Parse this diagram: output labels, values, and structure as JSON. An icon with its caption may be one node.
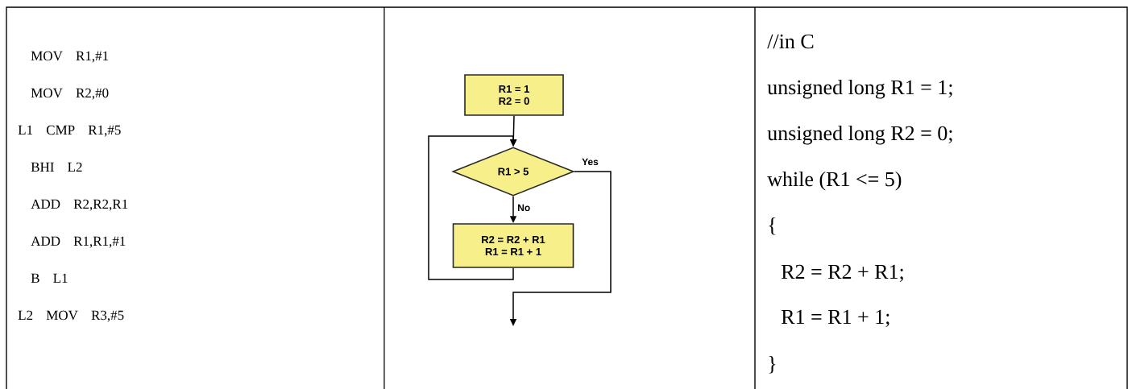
{
  "diagram": {
    "nodes": [
      {
        "text": [
          "R1 = 1",
          "R2 = 0"
        ]
      },
      {
        "text": [
          "R1 > 5"
        ]
      },
      {
        "text": [
          "R2 = R2 + R1",
          "R1 = R1 + 1"
        ]
      }
    ],
    "edges": [
      {
        "from": 0,
        "to": 1,
        "arrow": "to"
      },
      {
        "from": 1,
        "to": 2,
        "arrow": "to",
        "label": "No"
      },
      {
        "from": 2,
        "to": 1,
        "arrow": "to"
      },
      {
        "from": 1,
        "to": null,
        "arrow": "to",
        "label": "Yes"
      }
    ],
    "labels": [
      "MOV R1,#1",
      "MOV R2,#0",
      "L1 CMP R1,#5",
      "BHI L2",
      "ADD R2,R2,R1",
      "ADD R1,R1,#1",
      "B L1",
      "L2 MOV R3,#5",
      "//in C",
      "unsigned long R1 = 1;",
      "unsigned long R2 = 0;",
      "while (R1 <= 5)",
      "{",
      "R2 = R2 + R1;",
      "R1 = R1 + 1;",
      "}"
    ]
  }
}
